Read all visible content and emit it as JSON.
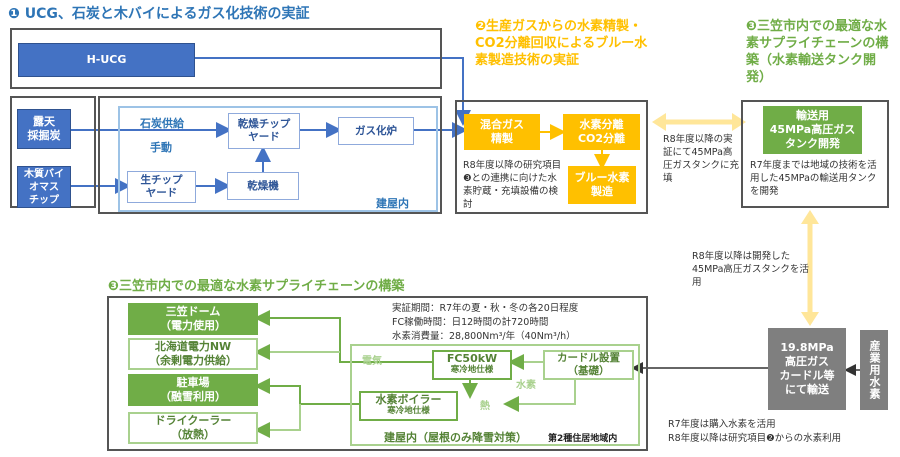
{
  "section1": {
    "title": "❶ UCG、石炭と木バイによるガス化技術の実証"
  },
  "section2": {
    "title": "❷生産ガスからの水素精製・CO2分離回収によるブルー水素製造技術の実証"
  },
  "section3a": {
    "title": "❸三笠市内での最適な水素サプライチェーンの構築（水素輸送タンク開発）"
  },
  "section3b": {
    "title": "❸三笠市内での最適な水素サプライチェーンの構築"
  },
  "boxes": {
    "hucg": "H-UCG",
    "open_pit_coal": "露天\n採掘炭",
    "woody_biomass": "木質バイ\nオマス\nチップ",
    "coal_supply": "石炭供給",
    "manual": "手動",
    "dry_chip_yard": "乾燥チップ\nヤード",
    "gasifier": "ガス化炉",
    "raw_chip_yard": "生チップ\nヤード",
    "dryer": "乾燥機",
    "building_label": "建屋内",
    "mixed_gas": "混合ガス\n精製",
    "h2_separation": "水素分離\nCO2分離",
    "blue_h2": "ブルー水素\n製造",
    "tank": "輸送用\n45MPa高圧ガス\nタンク開発",
    "transport": "19.8MPa\n高圧ガス\nカードル等\nにて輸送",
    "industrial_h2": "産業用水素",
    "mikasa_dome": "三笠ドーム\n（電力使用）",
    "hokkaido_nw": "北海道電力NW\n（余剰電力供給）",
    "parking": "駐車場\n（融雪利用）",
    "dry_cooler": "ドライクーラー\n（放熱）",
    "fc50kw": "FC50kW",
    "fc_spec": "寒冷地仕様",
    "curdle": "カードル設置\n（基礎）",
    "boiler": "水素ボイラー",
    "boiler_spec": "寒冷地仕様",
    "electricity": "電気",
    "hydrogen": "水素",
    "heat": "熱",
    "building_roof": "建屋内（屋根のみ降雪対策）",
    "zone": "第2種住居地域内"
  },
  "notes": {
    "research_link": "R8年度以降の研究項目❸との連携に向けた水素貯蔵・充填設備の検討",
    "tank_fill": "R8年度以降の実証にて45MPa高圧ガスタンクに充填",
    "tank_r7": "R7年度までは地域の技術を活用した45MPaの輸送用タンクを開発",
    "tank_use": "R8年度以降は開発した45MPa高圧ガスタンクを活用",
    "period": "実証期間：R7年の夏・秋・冬の各20日程度",
    "fc_hours": "FC稼働時間：日12時間の計720時間",
    "h2_consumption": "水素消費量：28,800Nm³/年（40Nm³/h）",
    "purchase": "R7年度は購入水素を活用",
    "research_h2": "R8年度以降は研究項目❷からの水素利用"
  },
  "colors": {
    "blue": "#4472c4",
    "light_blue": "#9dc3e6",
    "orange": "#ffc000",
    "green": "#70ad47",
    "gray": "#7f7f7f"
  }
}
